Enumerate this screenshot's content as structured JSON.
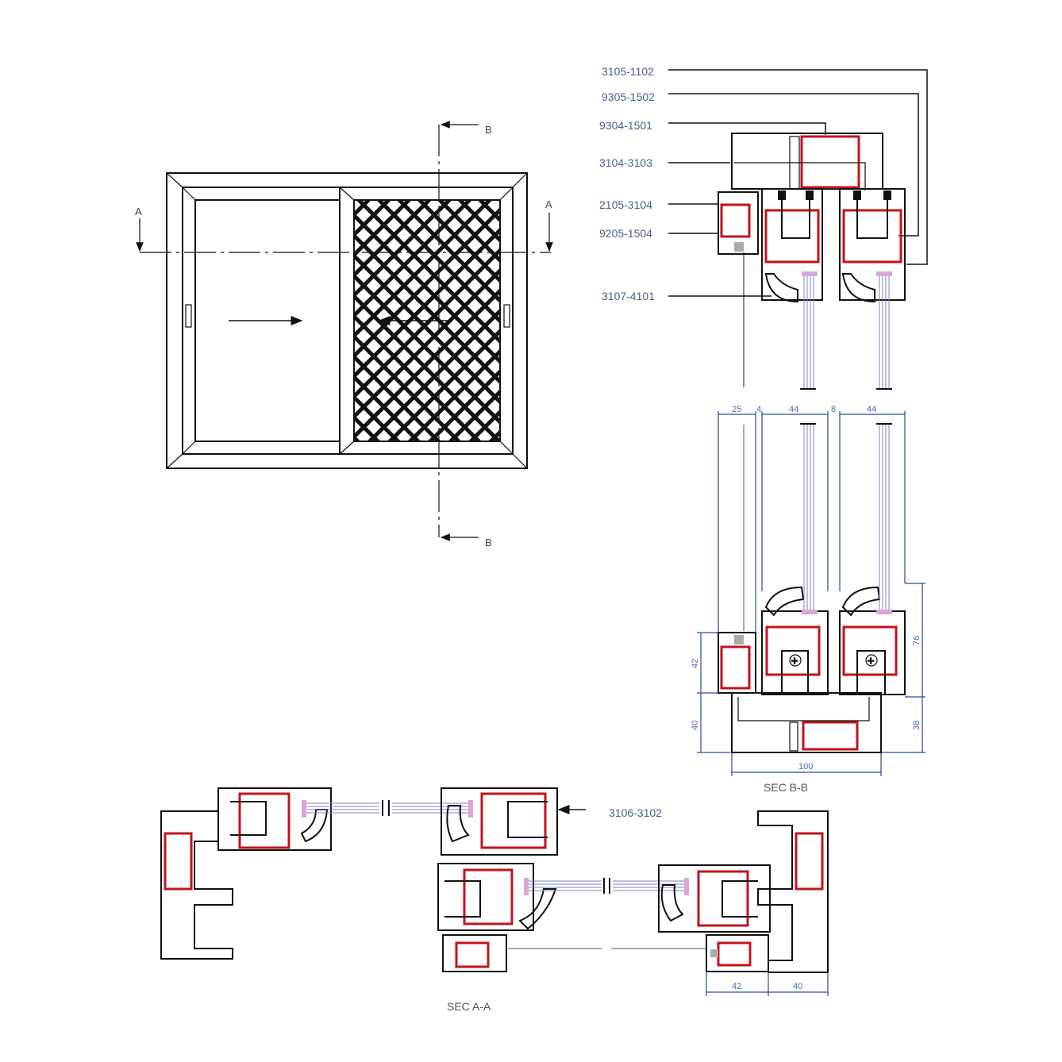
{
  "elevation": {
    "section_a_label_left": "A",
    "section_a_label_right": "A",
    "section_b_label_top": "B",
    "section_b_label_bottom": "B"
  },
  "profiles": [
    {
      "code": "3105-1102"
    },
    {
      "code": "9305-1502"
    },
    {
      "code": "9304-1501"
    },
    {
      "code": "3104-3103"
    },
    {
      "code": "2105-3104"
    },
    {
      "code": "9205-1504"
    },
    {
      "code": "3107-4101"
    },
    {
      "code": "3106-3102"
    }
  ],
  "section_bb": {
    "title": "SEC B-B",
    "dimensions": {
      "top": [
        "25",
        "4",
        "44",
        "8",
        "44"
      ],
      "left": [
        "42",
        "40"
      ],
      "right": [
        "76",
        "38"
      ],
      "bottom": "100"
    }
  },
  "section_aa": {
    "title": "SEC A-A",
    "dimensions": [
      "42",
      "40"
    ]
  },
  "colors": {
    "profile": "#111111",
    "reinforcement": "#c0141c",
    "dimension": "#2a4a9a",
    "label": "#4a5f8c",
    "glass": "#7a84c8"
  }
}
